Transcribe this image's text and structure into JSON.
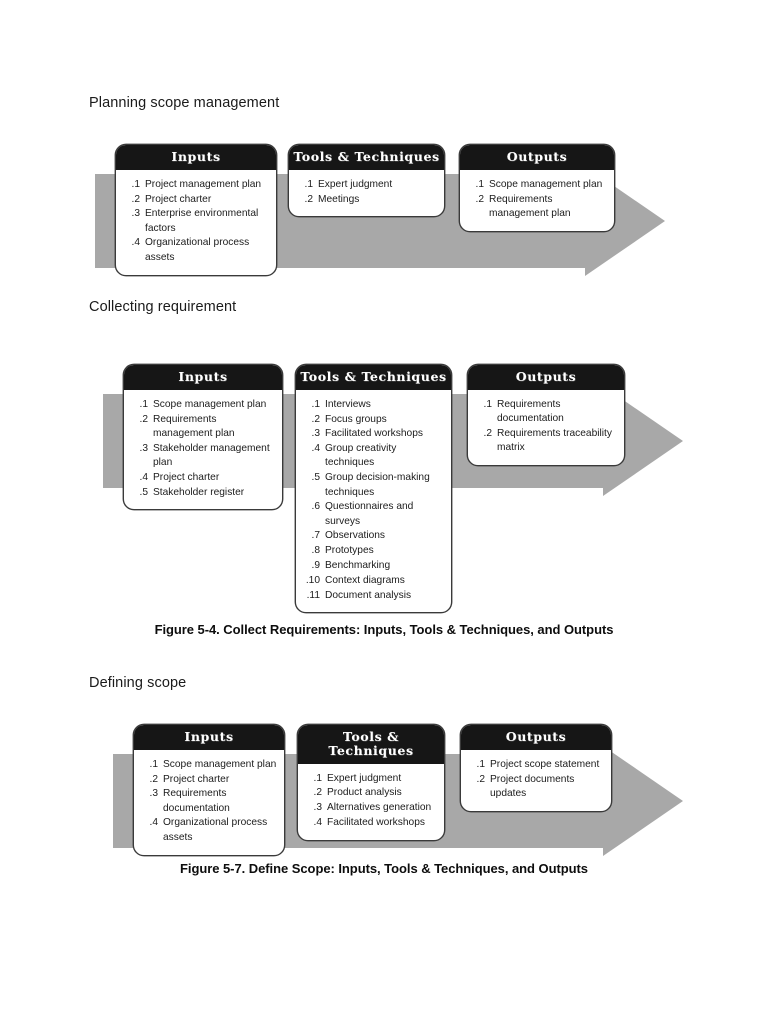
{
  "document": {
    "background_color": "#ffffff",
    "arrow_color": "#a8a8a8",
    "header_color": "#161616",
    "text_color": "#1c1c1c"
  },
  "sections": [
    {
      "heading": "Planning scope management",
      "caption": null,
      "columns": [
        {
          "title": "Inputs",
          "items": [
            {
              "num": ".1",
              "text": "Project management plan"
            },
            {
              "num": ".2",
              "text": "Project charter"
            },
            {
              "num": ".3",
              "text": "Enterprise environmental factors"
            },
            {
              "num": ".4",
              "text": "Organizational process assets"
            }
          ]
        },
        {
          "title": "Tools & Techniques",
          "items": [
            {
              "num": ".1",
              "text": "Expert judgment"
            },
            {
              "num": ".2",
              "text": "Meetings"
            }
          ]
        },
        {
          "title": "Outputs",
          "items": [
            {
              "num": ".1",
              "text": "Scope management plan"
            },
            {
              "num": ".2",
              "text": "Requirements management plan"
            }
          ]
        }
      ]
    },
    {
      "heading": "Collecting requirement",
      "caption": "Figure 5-4. Collect Requirements: Inputs, Tools & Techniques, and Outputs",
      "columns": [
        {
          "title": "Inputs",
          "items": [
            {
              "num": ".1",
              "text": "Scope management plan"
            },
            {
              "num": ".2",
              "text": "Requirements management plan"
            },
            {
              "num": ".3",
              "text": "Stakeholder management plan"
            },
            {
              "num": ".4",
              "text": "Project charter"
            },
            {
              "num": ".5",
              "text": "Stakeholder register"
            }
          ]
        },
        {
          "title": "Tools & Techniques",
          "items": [
            {
              "num": ".1",
              "text": "Interviews"
            },
            {
              "num": ".2",
              "text": "Focus groups"
            },
            {
              "num": ".3",
              "text": "Facilitated workshops"
            },
            {
              "num": ".4",
              "text": "Group creativity techniques"
            },
            {
              "num": ".5",
              "text": "Group decision-making techniques"
            },
            {
              "num": ".6",
              "text": "Questionnaires and surveys"
            },
            {
              "num": ".7",
              "text": "Observations"
            },
            {
              "num": ".8",
              "text": "Prototypes"
            },
            {
              "num": ".9",
              "text": "Benchmarking"
            },
            {
              "num": ".10",
              "text": "Context diagrams"
            },
            {
              "num": ".11",
              "text": "Document analysis"
            }
          ]
        },
        {
          "title": "Outputs",
          "items": [
            {
              "num": ".1",
              "text": "Requirements documentation"
            },
            {
              "num": ".2",
              "text": "Requirements traceability matrix"
            }
          ]
        }
      ]
    },
    {
      "heading": "Defining scope",
      "caption": "Figure 5-7. Define Scope: Inputs, Tools & Techniques, and Outputs",
      "columns": [
        {
          "title": "Inputs",
          "items": [
            {
              "num": ".1",
              "text": "Scope management plan"
            },
            {
              "num": ".2",
              "text": "Project charter"
            },
            {
              "num": ".3",
              "text": "Requirements documentation"
            },
            {
              "num": ".4",
              "text": "Organizational process assets"
            }
          ]
        },
        {
          "title": "Tools & Techniques",
          "items": [
            {
              "num": ".1",
              "text": "Expert judgment"
            },
            {
              "num": ".2",
              "text": "Product analysis"
            },
            {
              "num": ".3",
              "text": "Alternatives generation"
            },
            {
              "num": ".4",
              "text": "Facilitated workshops"
            }
          ]
        },
        {
          "title": "Outputs",
          "items": [
            {
              "num": ".1",
              "text": "Project scope statement"
            },
            {
              "num": ".2",
              "text": "Project documents updates"
            }
          ]
        }
      ]
    }
  ]
}
